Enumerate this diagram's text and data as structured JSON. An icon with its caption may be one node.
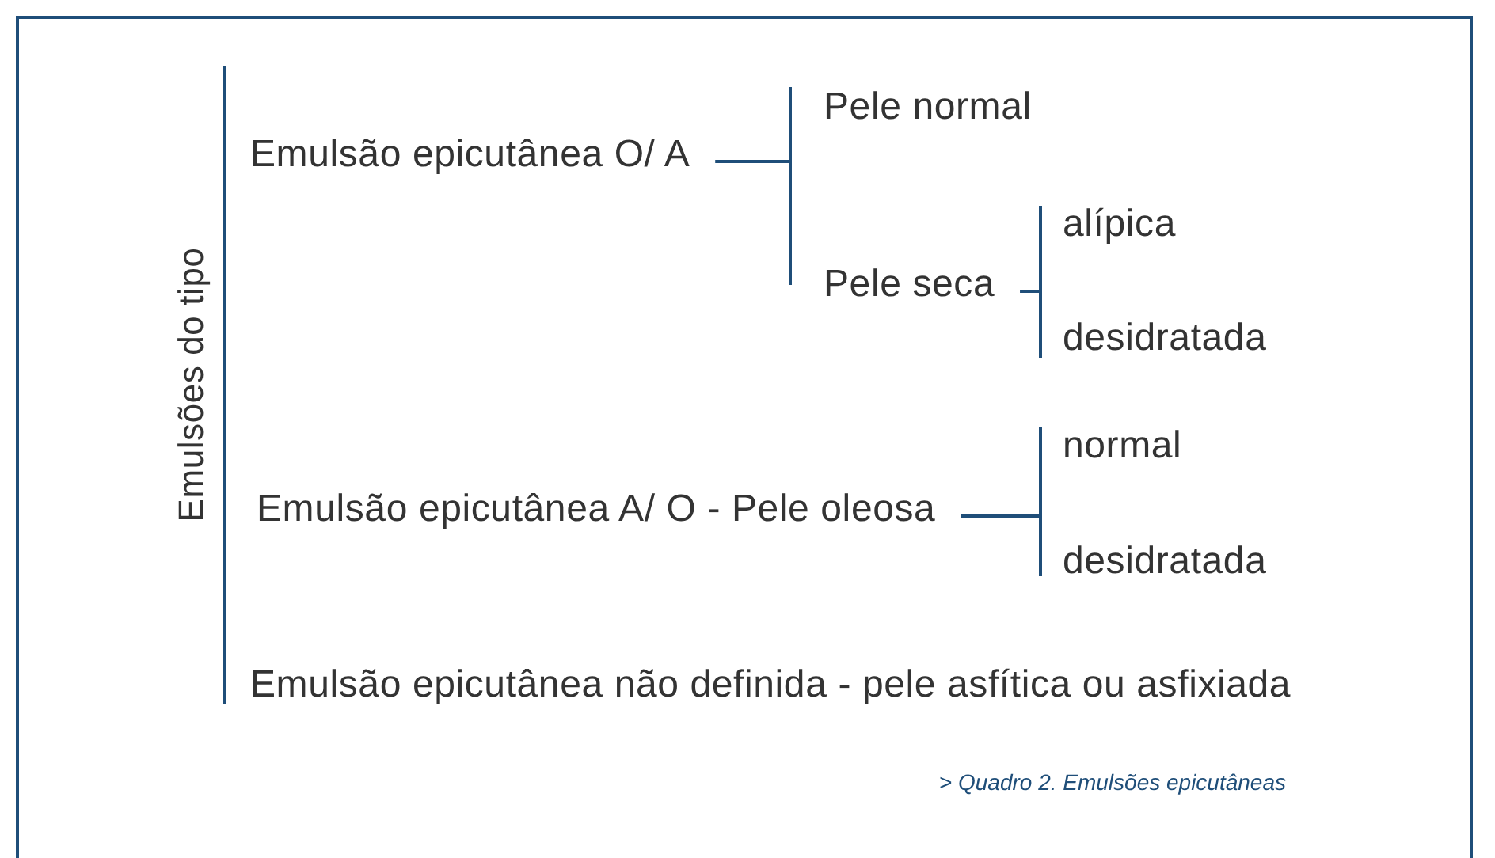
{
  "diagram": {
    "caption": "> Quadro 2. Emulsões epicutâneas",
    "nodes": [
      {
        "text": [
          "Emulsões do tipo"
        ]
      },
      {
        "text": [
          "Emulsão epicutânea O/ A"
        ]
      },
      {
        "text": [
          "Pele normal"
        ]
      },
      {
        "text": [
          "Pele seca"
        ]
      },
      {
        "text": [
          "alípica"
        ]
      },
      {
        "text": [
          "desidratada"
        ]
      },
      {
        "text": [
          "Emulsão epicutânea A/ O - Pele oleosa"
        ]
      },
      {
        "text": [
          "normal"
        ]
      },
      {
        "text": [
          "desidratada"
        ]
      },
      {
        "text": [
          "Emulsão epicutânea não definida - pele asfítica ou asfixiada"
        ]
      }
    ],
    "edges": [
      {
        "from": 0,
        "to": 1,
        "arrow": "none"
      },
      {
        "from": 0,
        "to": 6,
        "arrow": "none"
      },
      {
        "from": 0,
        "to": 9,
        "arrow": "none"
      },
      {
        "from": 1,
        "to": 2,
        "arrow": "none"
      },
      {
        "from": 1,
        "to": 3,
        "arrow": "none"
      },
      {
        "from": 3,
        "to": 4,
        "arrow": "none"
      },
      {
        "from": 3,
        "to": 5,
        "arrow": "none"
      },
      {
        "from": 6,
        "to": 7,
        "arrow": "none"
      },
      {
        "from": 6,
        "to": 8,
        "arrow": "none"
      }
    ]
  }
}
